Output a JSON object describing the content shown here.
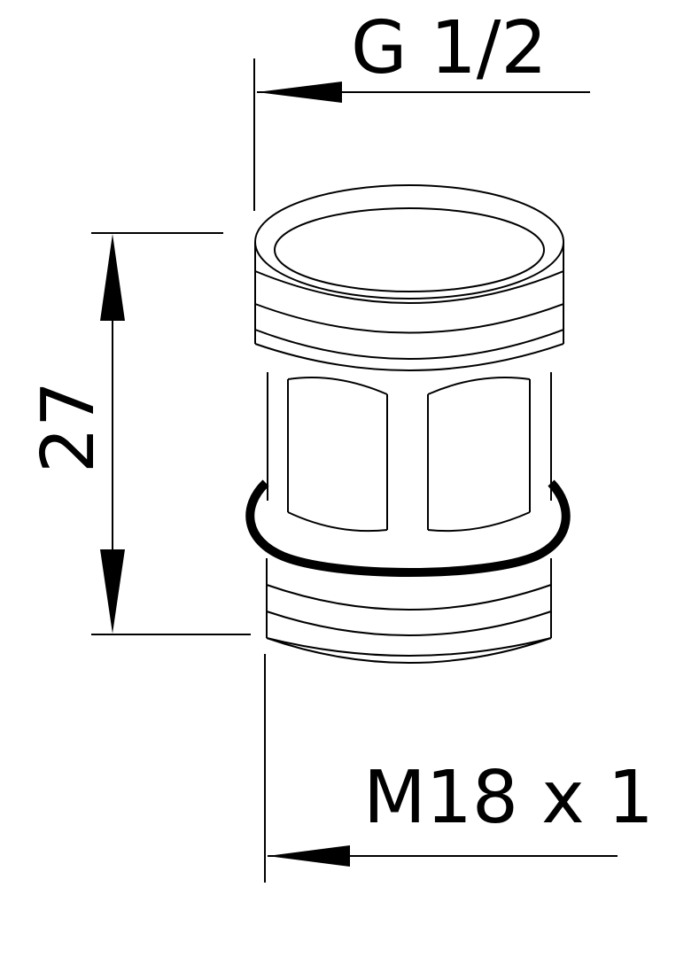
{
  "dimensions": {
    "top_thread": "G 1/2",
    "bottom_thread": "M18 x 1",
    "height": "27"
  },
  "colors": {
    "line": "#000000",
    "background": "#ffffff"
  }
}
